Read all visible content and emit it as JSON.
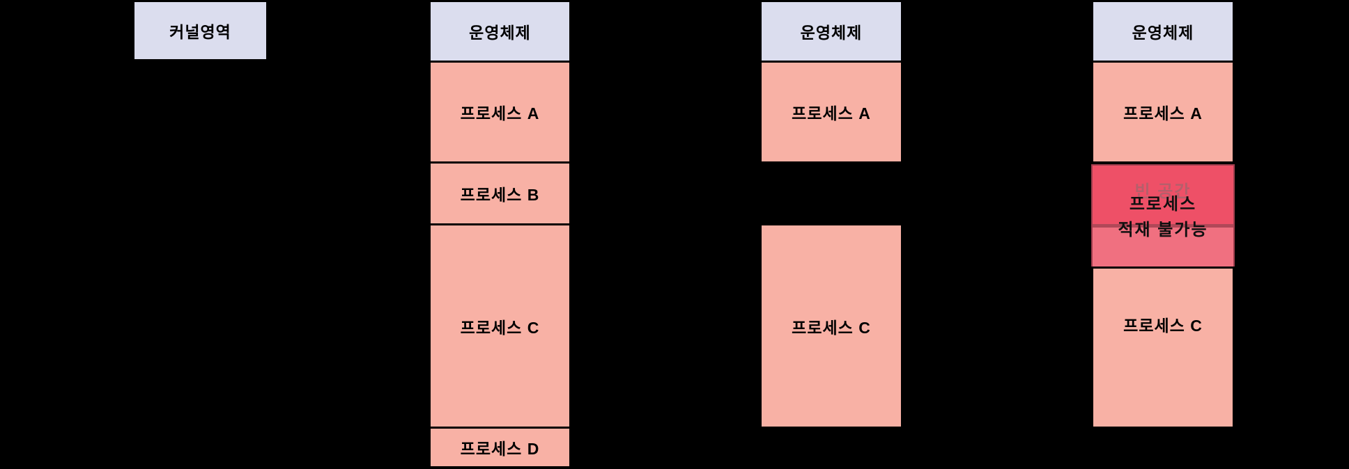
{
  "diagram": {
    "title_hint": "memory allocation / external fragmentation diagram",
    "background_color": "#000000",
    "colors": {
      "os_block": "#DBDDEE",
      "process_block": "#F8B1A5",
      "overlay_top": "#EE5067",
      "overlay_bottom": "#F07080",
      "overlay_divider": "#B04858",
      "overlay_border": "#A03E4E",
      "ghost_text": "#B55F6B",
      "block_text": "#000000"
    },
    "columns": {
      "kernel": {
        "label": "커널영역"
      },
      "mem_full": {
        "os": "운영체제",
        "process_a": "프로세스 A",
        "process_b": "프로세스 B",
        "process_c": "프로세스 C",
        "process_d": "프로세스 D"
      },
      "mem_hole": {
        "os": "운영체제",
        "process_a": "프로세스 A",
        "process_c": "프로세스 C"
      },
      "mem_blocked": {
        "os": "운영체제",
        "process_a": "프로세스 A",
        "empty_space": "빈 공간",
        "blocked_line1": "프로세스",
        "blocked_line2": "적재 불가능",
        "process_c": "프로세스 C"
      }
    }
  }
}
